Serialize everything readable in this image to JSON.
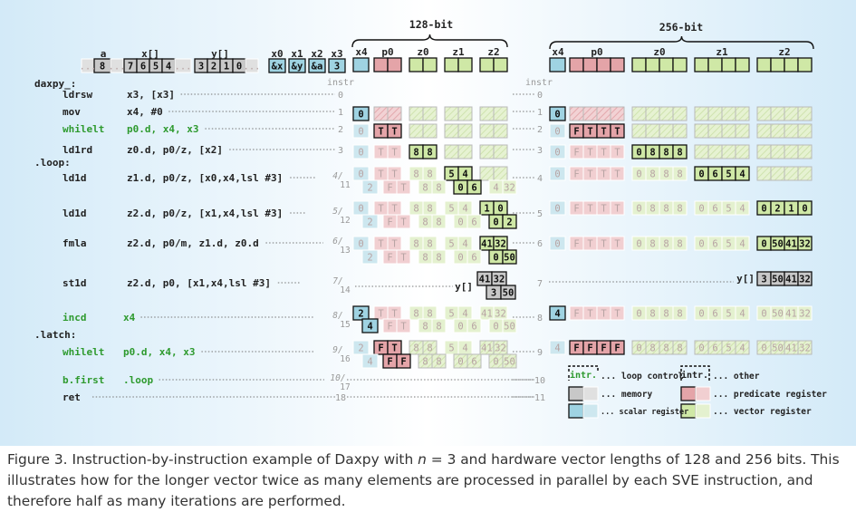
{
  "header": {
    "title_128": "128-bit",
    "title_256": "256-bit",
    "mem_labels": {
      "a": "a",
      "x": "x[]",
      "y": "y[]"
    },
    "reg_labels": {
      "x0": "x0",
      "x1": "x1",
      "x2": "x2",
      "x3": "x3"
    },
    "mem_a_cells": [
      "...",
      "8",
      "..."
    ],
    "mem_x_cells": [
      "7",
      "6",
      "5",
      "4",
      "..."
    ],
    "mem_y_cells": [
      "3",
      "2",
      "1",
      "0",
      "..."
    ],
    "reg_values": {
      "x0": "&x",
      "x1": "&y",
      "x2": "&a",
      "x3": "3"
    },
    "vec_labels_128": [
      "x4",
      "p0",
      "z0",
      "z1",
      "z2"
    ],
    "vec_labels_256": [
      "x4",
      "p0",
      "z0",
      "z1",
      "z2"
    ],
    "instr_label": "instr"
  },
  "labels": {
    "func": "daxpy_:",
    "loop": ".loop:",
    "latch": ".latch:"
  },
  "instructions": [
    {
      "op": "ldrsw",
      "args": "x3, [x3]",
      "n128": "0",
      "n256": "0"
    },
    {
      "op": "mov",
      "args": "x4, #0",
      "n128": "1",
      "n256": "1"
    },
    {
      "op": "whilelt",
      "args": "p0.d, x4, x3",
      "n128": "2",
      "n256": "2"
    },
    {
      "op": "ld1rd",
      "args": "z0.d, p0/z, [x2]",
      "n128": "3",
      "n256": "3"
    },
    {
      "op": "ld1d",
      "args": "z1.d, p0/z, [x0,x4,lsl #3]",
      "n128": "4",
      "n128b": "11",
      "n256": "4"
    },
    {
      "op": "ld1d",
      "args": "z2.d, p0/z, [x1,x4,lsl #3]",
      "n128": "5",
      "n128b": "12",
      "n256": "5"
    },
    {
      "op": "fmla",
      "args": "z2.d, p0/m, z1.d, z0.d",
      "n128": "6",
      "n128b": "13",
      "n256": "6"
    },
    {
      "op": "st1d",
      "args": "z2.d, p0, [x1,x4,lsl #3]",
      "n128": "7",
      "n128b": "14",
      "n256": "7"
    },
    {
      "op": "incd",
      "args": "x4",
      "n128": "8",
      "n128b": "15",
      "n256": "8"
    },
    {
      "op": "whilelt",
      "args": "p0.d, x4, x3",
      "n128": "9",
      "n128b": "16",
      "n256": "9"
    },
    {
      "op": "b.first",
      "args": ".loop",
      "n128": "10",
      "n128b": "17",
      "n256": "10"
    },
    {
      "op": "ret",
      "args": "",
      "n128": "18",
      "n256": "11"
    }
  ],
  "store_label": "y[]",
  "legend": {
    "intr_glyph": "intr.",
    "loop_control": "loop control",
    "other": "other",
    "memory": "memory",
    "predicate": "predicate register",
    "scalar": "scalar register",
    "vector": "vector register",
    "dots": "..."
  },
  "caption": {
    "part1": "Figure 3.  Instruction-by-instruction example of Daxpy with ",
    "n_var": "n",
    "part2": " = 3 and hardware vector lengths of 128 and 256 bits. This illustrates how for the longer vector twice as many elements are processed in parallel by each SVE instruction, and therefore half as many iterations are performed."
  },
  "colors": {
    "memory_fill": "#c8c8c8",
    "predicate_fill": "#e4a4a8",
    "scalar_fill": "#9fd3e2",
    "vector_fill": "#cfe8a6",
    "green_text": "#2e9a2e"
  },
  "cells": {
    "r1_128": {
      "x4": "0"
    },
    "r2_128": {
      "p0": [
        "T",
        "T"
      ]
    },
    "r3_128": {
      "z0": [
        "8",
        "8"
      ]
    },
    "r4_128_i1": {
      "z1": [
        "5",
        "4"
      ]
    },
    "r4_128_i2": {
      "z1": [
        "0",
        "6"
      ],
      "z2": [
        "4",
        "32"
      ]
    },
    "r5_128_i1": {
      "z2": [
        "1",
        "0"
      ]
    },
    "r5_128_i2": {
      "z2": [
        "0",
        "2"
      ]
    },
    "r6_128_i1": {
      "z2": [
        "41",
        "32"
      ]
    },
    "r6_128_i2": {
      "z2": [
        "0",
        "50"
      ]
    },
    "r7_128": {
      "store": [
        "41",
        "32",
        "3",
        "50"
      ]
    },
    "r8_128": {
      "x4": [
        "2",
        "4"
      ]
    },
    "r9_128": {
      "p0_i1": [
        "F",
        "T"
      ],
      "p0_i2": [
        "F",
        "F"
      ]
    },
    "r1_256": {
      "x4": "0"
    },
    "r2_256": {
      "p0": [
        "F",
        "T",
        "T",
        "T"
      ]
    },
    "r3_256": {
      "z0": [
        "0",
        "8",
        "8",
        "8"
      ]
    },
    "r4_256": {
      "z1": [
        "0",
        "6",
        "5",
        "4"
      ]
    },
    "r5_256": {
      "z2": [
        "0",
        "2",
        "1",
        "0"
      ]
    },
    "r6_256": {
      "z2": [
        "0",
        "50",
        "41",
        "32"
      ]
    },
    "r7_256": {
      "store": [
        "3",
        "50",
        "41",
        "32"
      ]
    },
    "r8_256": {
      "x4": "4"
    },
    "r9_256": {
      "p0": [
        "F",
        "F",
        "F",
        "F"
      ]
    }
  }
}
